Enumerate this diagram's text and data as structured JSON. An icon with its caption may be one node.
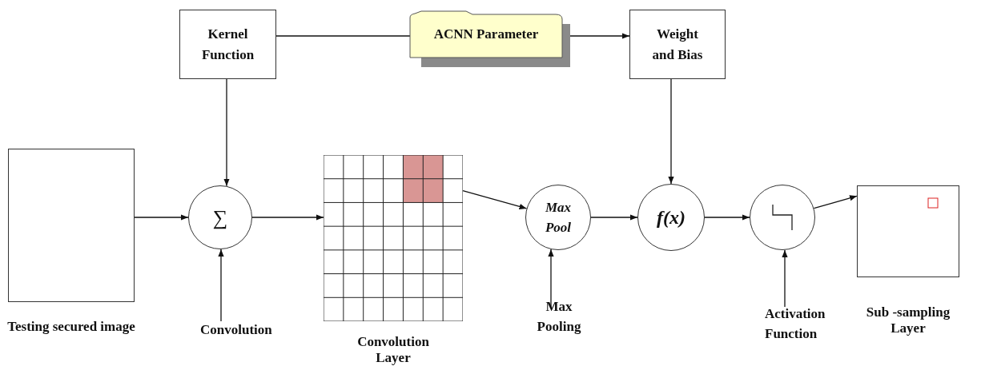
{
  "diagram": {
    "nodes": [
      {
        "text": [
          "Kernel Function"
        ]
      },
      {
        "text": [
          "ACNN Parameter"
        ]
      },
      {
        "text": [
          "Weight and Bias"
        ]
      },
      {
        "text": [],
        "shape": "box",
        "beside": [
          "Testing secured image"
        ]
      },
      {
        "text": [
          "∑"
        ]
      },
      {
        "text": [
          "Convolution"
        ]
      },
      {
        "text": [],
        "shape": "picture",
        "beside": [
          "Convolution Layer"
        ]
      },
      {
        "text": [
          "Max Pool"
        ]
      },
      {
        "text": [
          "Max Pooling"
        ]
      },
      {
        "text": [
          "f(x)"
        ]
      },
      {
        "text": [],
        "shape": "circle"
      },
      {
        "text": [
          "Activation Function"
        ]
      },
      {
        "text": [],
        "shape": "box",
        "beside": [
          "Sub -sampling Layer"
        ]
      }
    ],
    "edges": [
      {
        "from": 0,
        "to": 1,
        "arrow": "none"
      },
      {
        "from": 1,
        "to": 2,
        "arrow": "to"
      },
      {
        "from": 0,
        "to": 4,
        "arrow": "to"
      },
      {
        "from": 3,
        "to": 4,
        "arrow": "to"
      },
      {
        "from": 4,
        "to": 6,
        "arrow": "to"
      },
      {
        "from": 5,
        "to": 4,
        "arrow": "to"
      },
      {
        "from": 6,
        "to": 7,
        "arrow": "to"
      },
      {
        "from": 7,
        "to": 9,
        "arrow": "to"
      },
      {
        "from": 2,
        "to": 9,
        "arrow": "to"
      },
      {
        "from": 8,
        "to": 7,
        "arrow": "to"
      },
      {
        "from": 9,
        "to": 10,
        "arrow": "to"
      },
      {
        "from": 10,
        "to": 12,
        "arrow": "to"
      },
      {
        "from": 11,
        "to": 10,
        "arrow": "to"
      }
    ]
  }
}
